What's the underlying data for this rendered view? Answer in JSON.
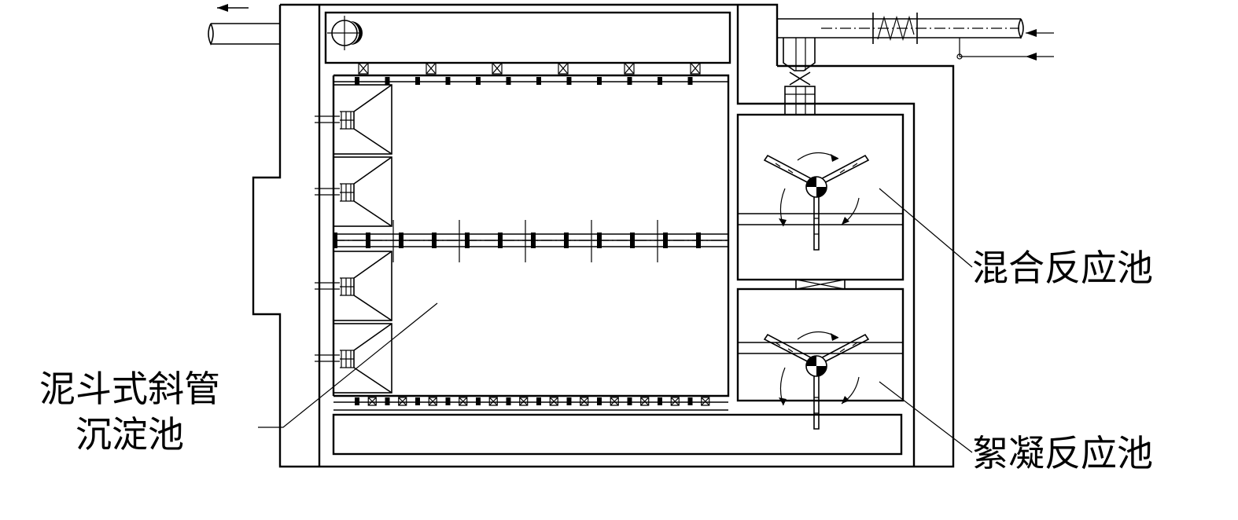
{
  "labels": {
    "settling_tank_line1": "泥斗式斜管",
    "settling_tank_line2": "沉淀池",
    "mixing_tank": "混合反应池",
    "flocculation_tank": "絮凝反应池"
  },
  "components": {
    "sludge_hoppers": 4,
    "collection_valves_top": 6,
    "impeller_sets": 2
  }
}
